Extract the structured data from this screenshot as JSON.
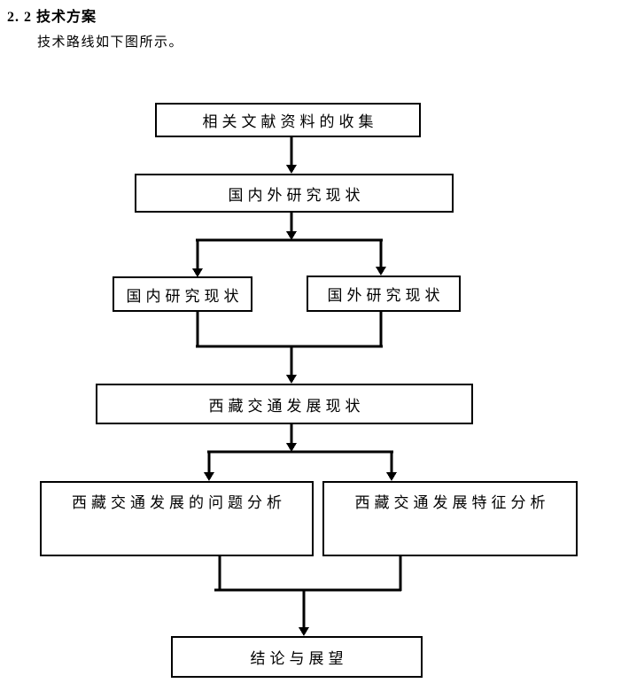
{
  "document": {
    "section_number": "2. 2",
    "section_title": "技术方案",
    "intro": "技术路线如下图所示。"
  },
  "flowchart": {
    "nodes": [
      {
        "id": "literature-collection",
        "label": "相关文献资料的收集"
      },
      {
        "id": "research-status-overview",
        "label": "国内外研究现状"
      },
      {
        "id": "domestic-research-status",
        "label": "国内研究现状"
      },
      {
        "id": "foreign-research-status",
        "label": "国外研究现状"
      },
      {
        "id": "tibet-transport-status",
        "label": "西藏交通发展现状"
      },
      {
        "id": "problem-analysis",
        "label": "西藏交通发展的问题分析"
      },
      {
        "id": "feature-analysis",
        "label": "西藏交通发展特征分析"
      },
      {
        "id": "conclusion-outlook",
        "label": "结论与展望"
      }
    ],
    "colors": {
      "line": "#000000",
      "box_border": "#000000",
      "text": "#000000",
      "background": "#ffffff"
    }
  }
}
